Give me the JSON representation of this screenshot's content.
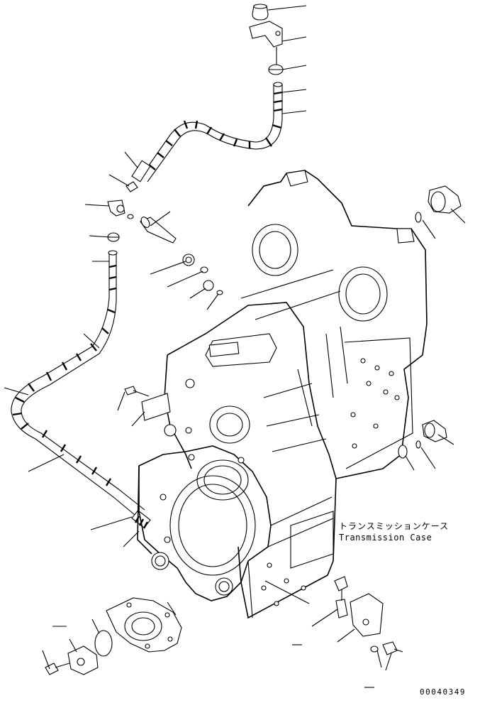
{
  "diagram": {
    "title_jp": "トランスミッションケース",
    "title_en": "Transmission Case",
    "drawing_number": "00040349"
  }
}
